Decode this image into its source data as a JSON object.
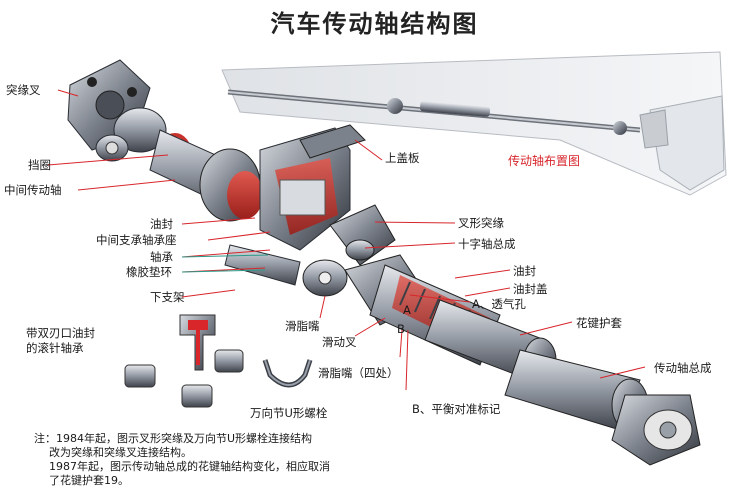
{
  "title": "汽车传动轴结构图",
  "labels": {
    "tuyuancha": "突缘叉",
    "dangquan": "挡圈",
    "zhongjian_chuandongzhou": "中间传动轴",
    "shang_gaiban": "上盖板",
    "chuandongzhou_buzhitu": "传动轴布置图",
    "youfeng_left": "油封",
    "zhongjian_zhicheng_zuo": "中间支承轴承座",
    "zhoucheng": "轴承",
    "xiangjiao_dianhuan": "橡胶垫环",
    "xia_zhijia": "下支架",
    "chaxing_tuyuan": "叉形突缘",
    "shizizhou_zongcheng": "十字轴总成",
    "youfeng_right": "油封",
    "youfeng_gai": "油封盖",
    "a_touqikong": "A、透气孔",
    "huajian_hutao": "花键护套",
    "huazhi_zui_1": "滑脂嘴",
    "huadong_cha": "滑动叉",
    "huazhi_zui_4": "滑脂嘴（四处）",
    "chuandongzhou_zongcheng": "传动轴总成",
    "b_pingheng": "B、平衡对准标记",
    "shuangren_youfeng": "带双刃口油封\n的滚针轴承",
    "wanxiangjie_luoshuan": "万向节U形螺栓",
    "marker_a": "A",
    "marker_b": "B"
  },
  "note": {
    "line1": "注：1984年起，图示叉形突缘及万向节U形螺栓连接结构",
    "line2": "改为突缘和突缘叉连接结构。",
    "line3": "1987年起，图示传动轴总成的花键轴结构变化，相应取消",
    "line4": "了花键护套19。"
  },
  "colors": {
    "metal": "#8a8f99",
    "metal_dark": "#3a3e46",
    "cutaway_red": "#c8322d",
    "leader_red": "#d8262b",
    "leader_teal": "#2c9a8a"
  }
}
